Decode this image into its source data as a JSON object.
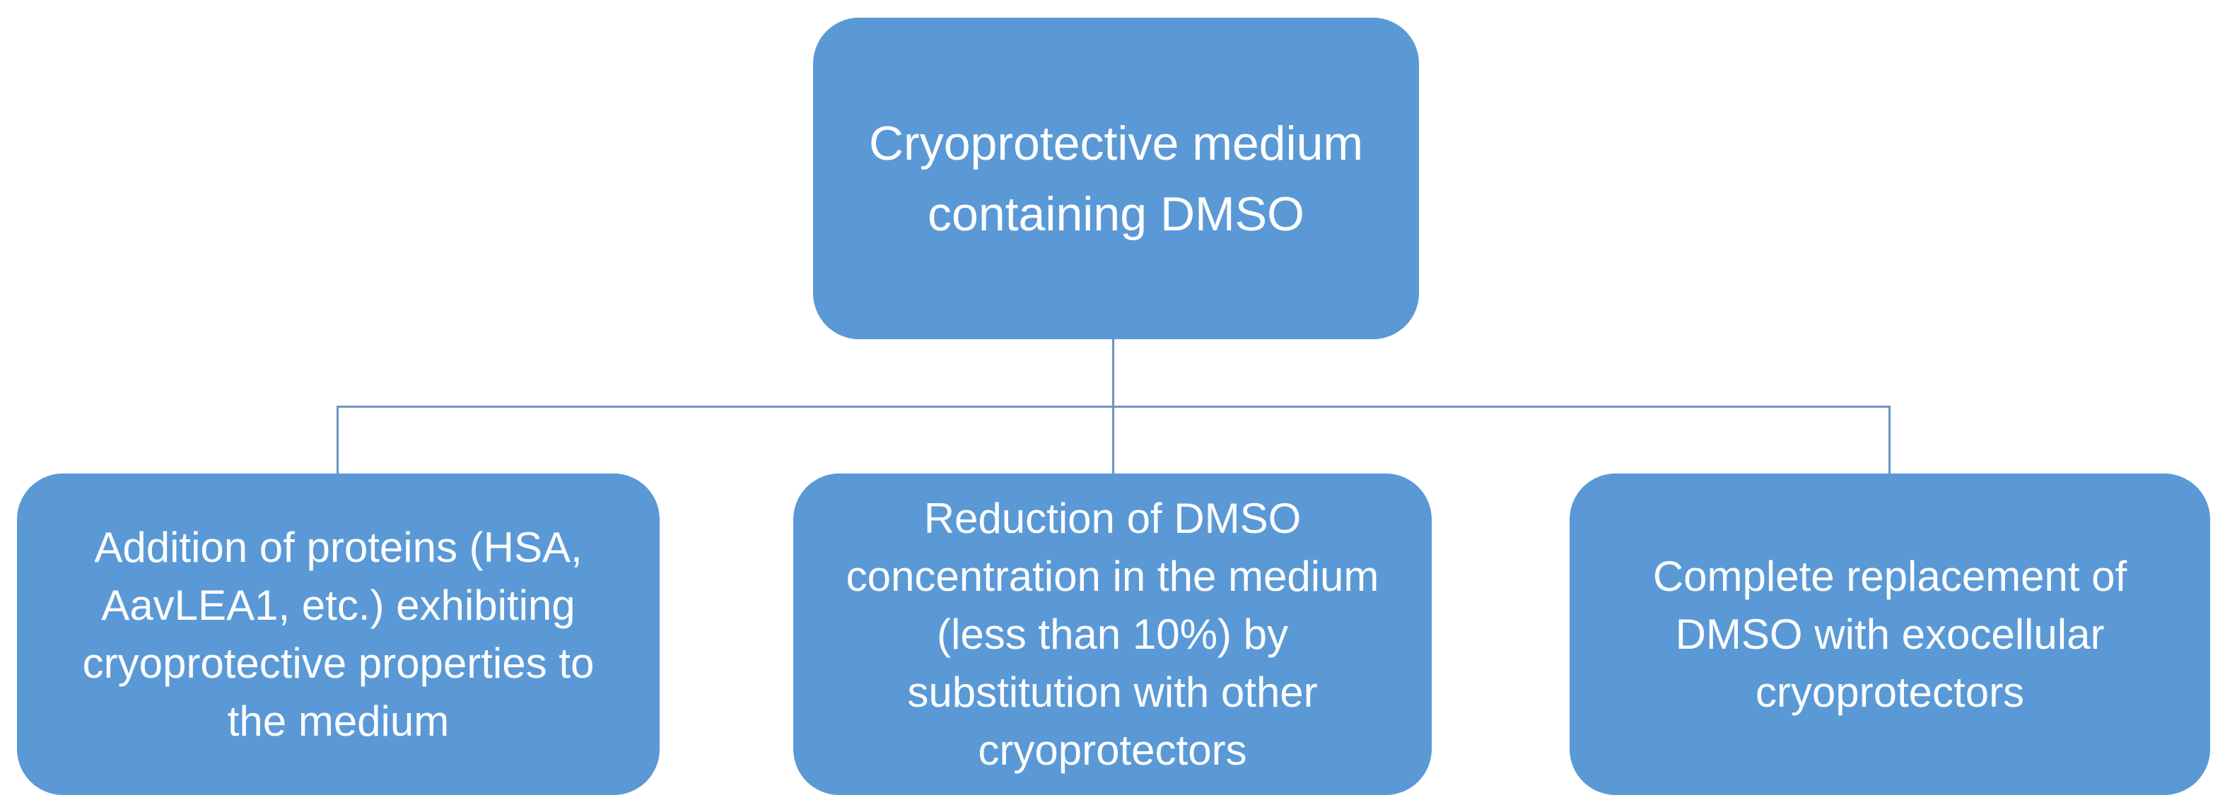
{
  "diagram": {
    "type": "flowchart",
    "colors": {
      "box_fill": "#5A99D6",
      "box_text": "#FFFFFF",
      "connector": "#6C95C3",
      "background": "#FFFFFF"
    },
    "root": {
      "label": "Cryoprotective medium\ncontaining DMSO"
    },
    "children": [
      {
        "label": "Addition of proteins (HSA,\nAavLEA1, etc.) exhibiting\ncryoprotective properties to\nthe medium"
      },
      {
        "label": "Reduction of DMSO\nconcentration in the medium\n(less than 10%) by\nsubstitution with other\ncryoprotectors"
      },
      {
        "label": "Complete replacement of\nDMSO with exocellular\ncryoprotectors"
      }
    ]
  }
}
